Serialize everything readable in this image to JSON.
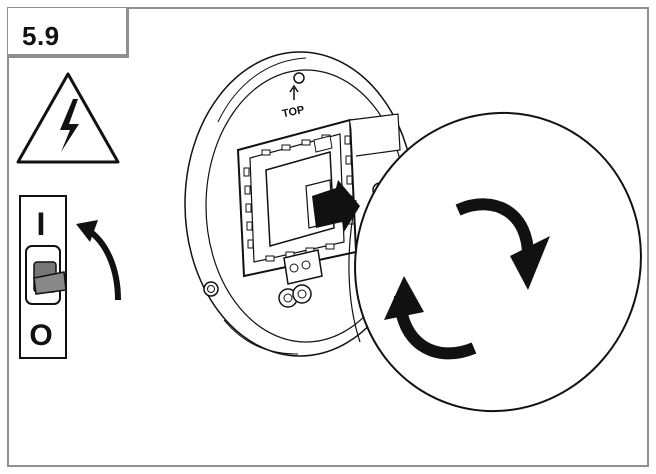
{
  "step": {
    "number": "5.9"
  },
  "breaker": {
    "on_label": "I",
    "off_label": "O"
  },
  "device": {
    "top_marker": "TOP"
  },
  "icons": {
    "warning": "high-voltage-warning-icon",
    "breaker": "circuit-breaker-icon",
    "switch_off_arrow": "switch-off-arrow-icon",
    "insert_arrow": "insert-arrow-icon",
    "rotate": "rotate-clockwise-icon"
  }
}
